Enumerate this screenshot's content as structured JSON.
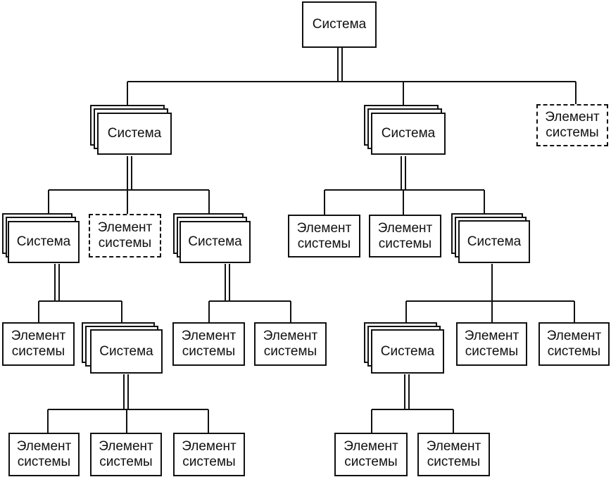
{
  "root": {
    "label": "Система"
  },
  "level1": {
    "left": {
      "label": "Система"
    },
    "middle": {
      "label": "Система"
    },
    "right": {
      "line1": "Элемент",
      "line2": "системы"
    }
  },
  "level2": {
    "a_system": {
      "label": "Система"
    },
    "a_element": {
      "line1": "Элемент",
      "line2": "системы"
    },
    "a_system2": {
      "label": "Система"
    },
    "b_element1": {
      "line1": "Элемент",
      "line2": "системы"
    },
    "b_element2": {
      "line1": "Элемент",
      "line2": "системы"
    },
    "b_system": {
      "label": "Система"
    }
  },
  "level3": {
    "a1_element": {
      "line1": "Элемент",
      "line2": "системы"
    },
    "a1_system": {
      "label": "Система"
    },
    "a2_element1": {
      "line1": "Элемент",
      "line2": "системы"
    },
    "a2_element2": {
      "line1": "Элемент",
      "line2": "системы"
    },
    "b_system": {
      "label": "Система"
    },
    "b_element1": {
      "line1": "Элемент",
      "line2": "системы"
    },
    "b_element2": {
      "line1": "Элемент",
      "line2": "системы"
    }
  },
  "level4": {
    "a_element1": {
      "line1": "Элемент",
      "line2": "системы"
    },
    "a_element2": {
      "line1": "Элемент",
      "line2": "системы"
    },
    "a_element3": {
      "line1": "Элемент",
      "line2": "системы"
    },
    "b_element1": {
      "line1": "Элемент",
      "line2": "системы"
    },
    "b_element2": {
      "line1": "Элемент",
      "line2": "системы"
    }
  }
}
